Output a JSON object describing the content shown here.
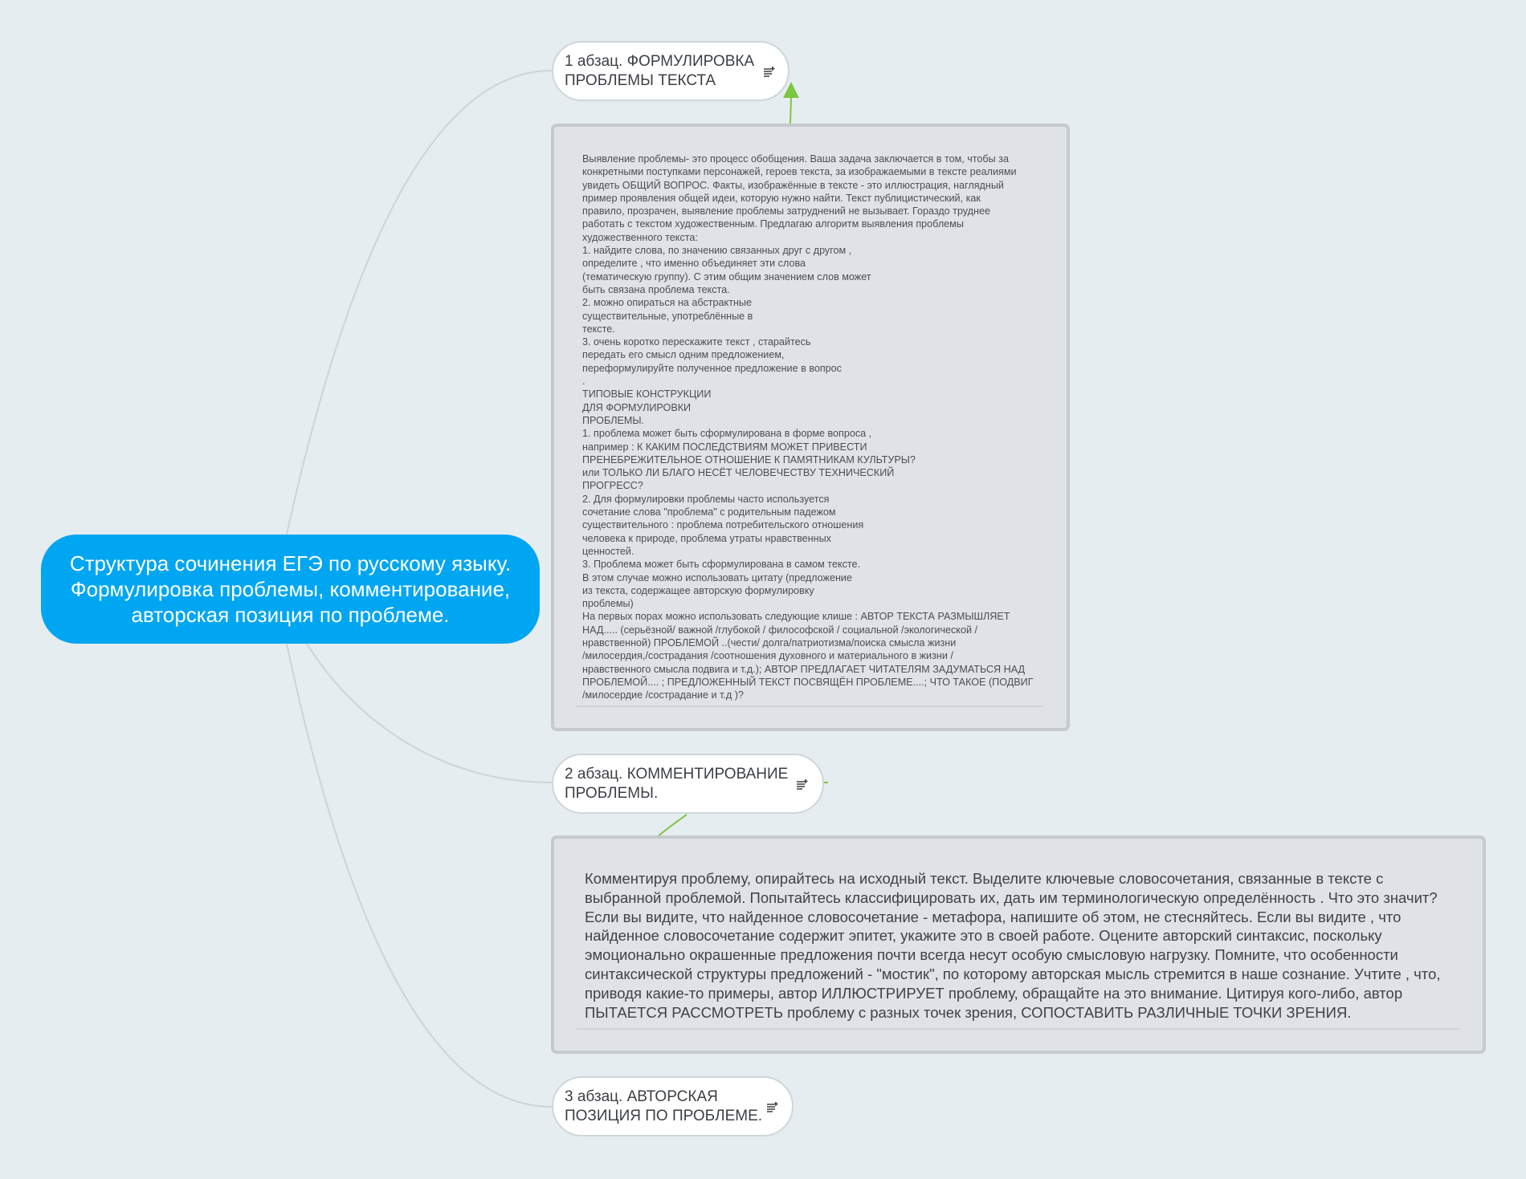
{
  "root": {
    "lines": [
      "Структура сочинения ЕГЭ по русскому языку.",
      "Формулировка проблемы, комментирование,",
      "авторская позиция по проблеме."
    ]
  },
  "topics": [
    {
      "lines": [
        "1 абзац. ФОРМУЛИРОВКА",
        "ПРОБЛЕМЫ ТЕКСТА"
      ],
      "icon": "add-note-icon"
    },
    {
      "lines": [
        "2 абзац. КОММЕНТИРОВАНИЕ",
        "ПРОБЛЕМЫ."
      ],
      "icon": "add-note-icon"
    },
    {
      "lines": [
        "3 абзац. АВТОРСКАЯ",
        "ПОЗИЦИЯ ПО ПРОБЛЕМЕ."
      ],
      "icon": "add-note-icon"
    }
  ],
  "notes": [
    {
      "text": "Выявление проблемы- это процесс обобщения. Ваша задача заключается в том, чтобы за\nконкретными поступками персонажей, героев текста, за изображаемыми в тексте реалиями\nувидеть ОБЩИЙ ВОПРОС. Факты, изображённые в тексте - это иллюстрация, наглядный\nпример проявления общей идеи, которую нужно найти. Текст публицистический, как\nправило, прозрачен, выявление проблемы затруднений не вызывает. Гораздо труднее\nработать с текстом художественным. Предлагаю алгоритм выявления проблемы\nхудожественного текста:\n1. найдите слова, по значению связанных друг с другом ,\nопределите , что именно объединяет эти слова\n(тематическую группу). С этим общим значением слов может\nбыть связана проблема текста.\n2. можно опираться на абстрактные\nсуществительные, употреблённые в\nтексте.\n3. очень коротко перескажите текст , старайтесь\nпередать его смысл одним предложением,\nпереформулируйте полученное предложение в вопрос\n.\nТИПОВЫЕ КОНСТРУКЦИИ\nДЛЯ ФОРМУЛИРОВКИ\nПРОБЛЕМЫ.\n1. проблема может быть сформулирована в форме вопроса ,\nнапример : К КАКИМ ПОСЛЕДСТВИЯМ МОЖЕТ ПРИВЕСТИ\nПРЕНЕБРЕЖИТЕЛЬНОЕ ОТНОШЕНИЕ К ПАМЯТНИКАМ КУЛЬТУРЫ?\nили ТОЛЬКО ЛИ БЛАГО НЕСЁТ ЧЕЛОВЕЧЕСТВУ ТЕХНИЧЕСКИЙ\nПРОГРЕСС?\n2. Для формулировки проблемы часто используется\nсочетание слова \"проблема\" с родительным падежом\nсуществительного : проблема потребительского отношения\nчеловека к природе, проблема утраты нравственных\nценностей.\n3. Проблема может быть сформулирована в самом тексте.\nВ этом случае можно использовать цитату (предложение\nиз текста, содержащее авторскую формулировку\nпроблемы)\nНа первых порах можно использовать следующие клише : АВТОР ТЕКСТА РАЗМЫШЛЯЕТ\nНАД..... (серьёзной/ важной /глубокой / философской / социальной /экологической /\nнравственной) ПРОБЛЕМОЙ ..(чести/ долга/патриотизма/поиска смысла жизни\n/милосердия,/сострадания /соотношения духовного и материального в жизни /\nнравственного смысла подвига и т.д.); АВТОР ПРЕДЛАГАЕТ ЧИТАТЕЛЯМ ЗАДУМАТЬСЯ НАД\nПРОБЛЕМОЙ.... ; ПРЕДЛОЖЕННЫЙ ТЕКСТ ПОСВЯЩЁН ПРОБЛЕМЕ....; ЧТО ТАКОЕ (ПОДВИГ\n/милосердие /сострадание и т.д )?"
    },
    {
      "text": "Комментируя проблему, опирайтесь на исходный текст. Выделите ключевые словосочетания, связанные в тексте с\nвыбранной проблемой. Попытайтесь классифицировать их, дать им терминологическую определённость . Что это значит?\nЕсли вы видите, что найденное словосочетание - метафора, напишите об этом, не стесняйтесь. Если вы видите , что\nнайденное словосочетание содержит эпитет, укажите это в своей работе. Оцените авторский синтаксис, поскольку\nэмоционально окрашенные предложения почти всегда несут особую смысловую нагрузку. Помните, что особенности\nсинтаксической структуры предложений - \"мостик\", по которому авторская мысль стремится в наше сознание. Учтите , что,\nприводя какие-то примеры, автор ИЛЛЮСТРИРУЕТ проблему, обращайте на это внимание. Цитируя кого-либо, автор\nПЫТАЕТСЯ РАССМОТРЕТЬ проблему с разных точек зрения, СОПОСТАВИТЬ РАЗЛИЧНЫЕ ТОЧКИ ЗРЕНИЯ."
    }
  ],
  "colors": {
    "background": "#e6edf1",
    "root": "#00a6f2",
    "relationship": "#7dc640",
    "connector": "#cdd4d8"
  }
}
